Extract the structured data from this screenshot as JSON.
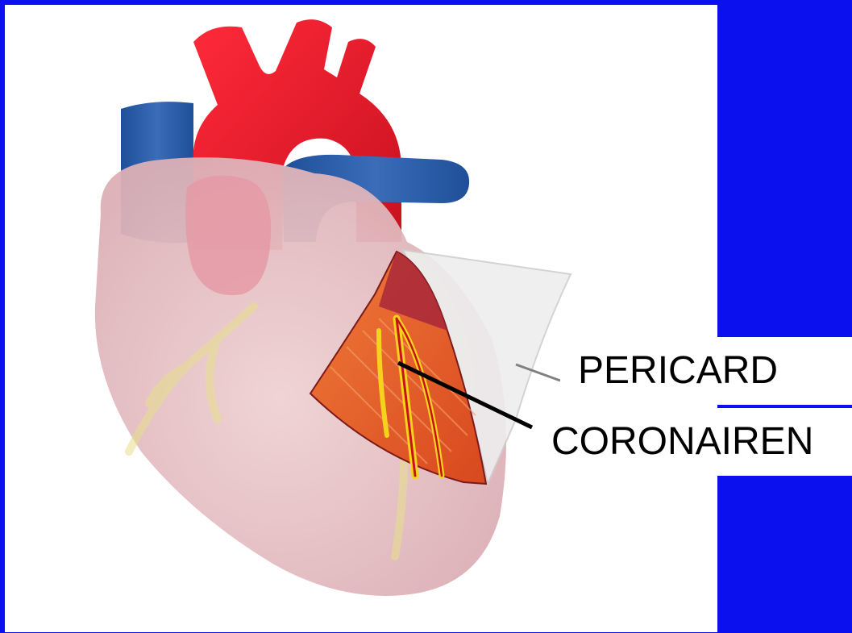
{
  "labels": {
    "pericard": "PERICARD",
    "coronairen": "CORONAIREN"
  },
  "colors": {
    "frame": "#0a10ee",
    "panel": "#ffffff",
    "artery": "#e8192c",
    "vein": "#2f5fa8",
    "myocardium": "#e8622e",
    "coronary_vessel": "#f5d31c",
    "pericardium_overlay": "#e7c3c6"
  },
  "icons": {
    "illustration": "heart-anatomy-illustration"
  }
}
